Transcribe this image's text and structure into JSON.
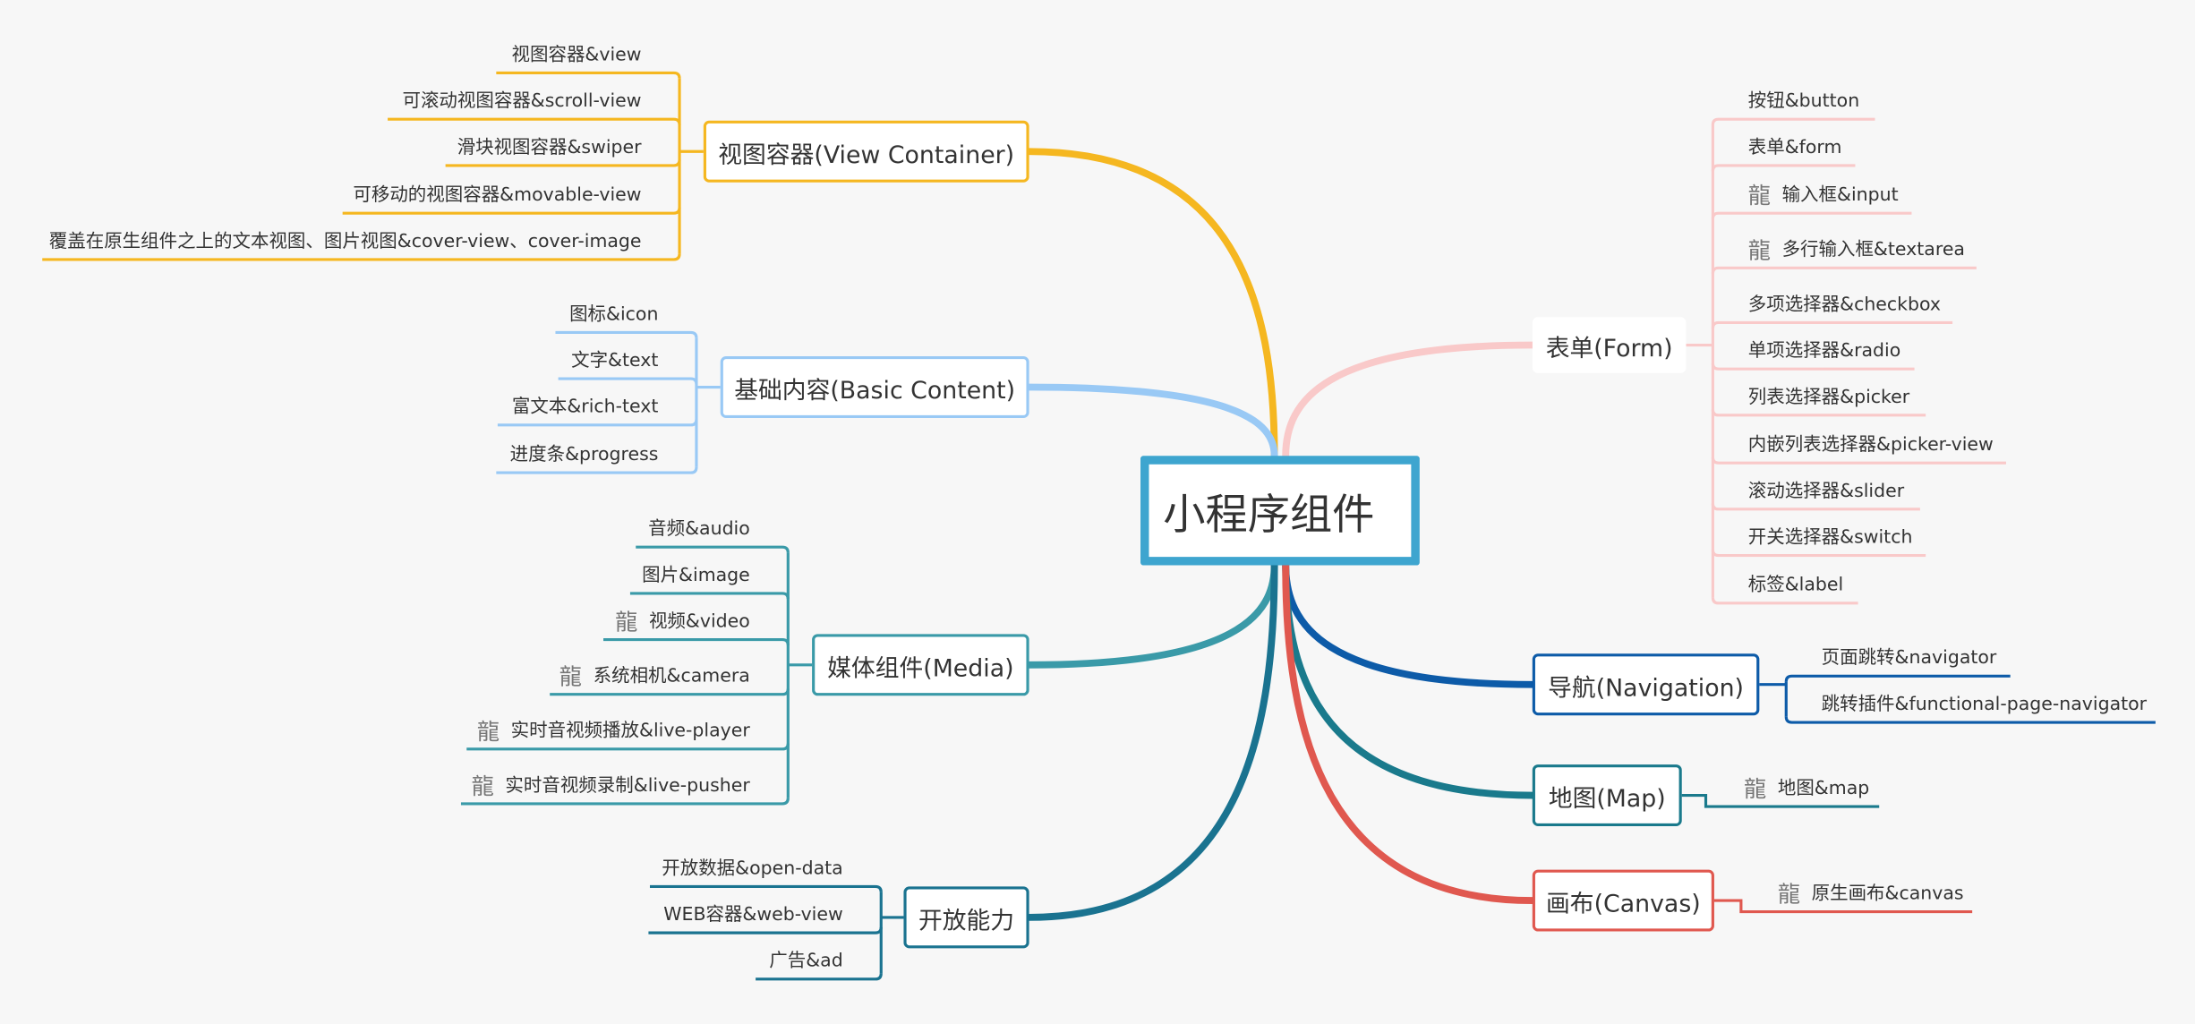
{
  "root": {
    "label": "小程序组件"
  },
  "branches": [
    {
      "id": "view",
      "label": "视图容器(View Container)",
      "color": "#f5b720",
      "children": [
        {
          "label": "视图容器&view"
        },
        {
          "label": "可滚动视图容器&scroll-view"
        },
        {
          "label": "滑块视图容器&swiper"
        },
        {
          "label": "可移动的视图容器&movable-view"
        },
        {
          "label": "覆盖在原生组件之上的文本视图、图片视图&cover-view、cover-image"
        }
      ]
    },
    {
      "id": "basic",
      "label": "基础内容(Basic Content)",
      "color": "#99c9f5",
      "children": [
        {
          "label": "图标&icon"
        },
        {
          "label": "文字&text"
        },
        {
          "label": "富文本&rich-text"
        },
        {
          "label": "进度条&progress"
        }
      ]
    },
    {
      "id": "media",
      "label": "媒体组件(Media)",
      "color": "#3a9aa8",
      "children": [
        {
          "label": "音频&audio"
        },
        {
          "label": "图片&image"
        },
        {
          "label": "视频&video",
          "icon": "龍"
        },
        {
          "label": "系统相机&camera",
          "icon": "龍"
        },
        {
          "label": "实时音视频播放&live-player",
          "icon": "龍"
        },
        {
          "label": "实时音视频录制&live-pusher",
          "icon": "龍"
        }
      ]
    },
    {
      "id": "open",
      "label": "开放能力",
      "color": "#1a7390",
      "children": [
        {
          "label": "开放数据&open-data"
        },
        {
          "label": "WEB容器&web-view"
        },
        {
          "label": "广告&ad"
        }
      ]
    },
    {
      "id": "form",
      "label": "表单(Form)",
      "color": "#f9c9c9",
      "children": [
        {
          "label": "按钮&button"
        },
        {
          "label": "表单&form"
        },
        {
          "label": "输入框&input",
          "icon": "龍"
        },
        {
          "label": "多行输入框&textarea",
          "icon": "龍"
        },
        {
          "label": "多项选择器&checkbox"
        },
        {
          "label": "单项选择器&radio"
        },
        {
          "label": "列表选择器&picker"
        },
        {
          "label": "内嵌列表选择器&picker-view"
        },
        {
          "label": "滚动选择器&slider"
        },
        {
          "label": "开关选择器&switch"
        },
        {
          "label": "标签&label"
        }
      ]
    },
    {
      "id": "nav",
      "label": "导航(Navigation)",
      "color": "#0d5ba8",
      "children": [
        {
          "label": "页面跳转&navigator"
        },
        {
          "label": "跳转插件&functional-page-navigator"
        }
      ]
    },
    {
      "id": "map",
      "label": "地图(Map)",
      "color": "#1a7a8c",
      "children": [
        {
          "label": "地图&map",
          "icon": "龍"
        }
      ]
    },
    {
      "id": "canvas",
      "label": "画布(Canvas)",
      "color": "#e0584f",
      "children": [
        {
          "label": "原生画布&canvas",
          "icon": "龍"
        }
      ]
    }
  ]
}
